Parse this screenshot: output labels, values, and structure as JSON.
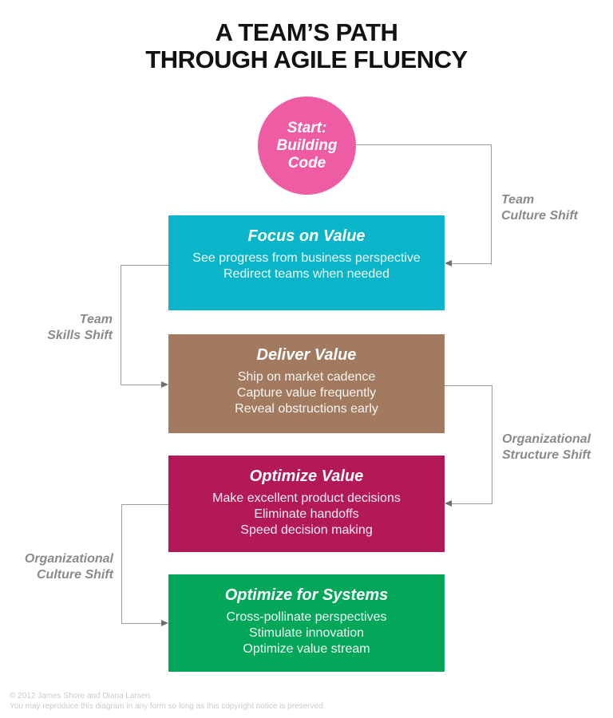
{
  "title": {
    "line1": "A TEAM’S PATH",
    "line2": "THROUGH AGILE FLUENCY"
  },
  "start_node": {
    "line1": "Start:",
    "line2": "Building",
    "line3": "Code",
    "color": "#EE5CA3"
  },
  "zones": [
    {
      "title": "Focus on Value",
      "color": "#0AB5C9",
      "points": [
        "See progress from business perspective",
        "Redirect teams when needed"
      ]
    },
    {
      "title": "Deliver Value",
      "color": "#A27A60",
      "points": [
        "Ship on market cadence",
        "Capture value frequently",
        "Reveal obstructions early"
      ]
    },
    {
      "title": "Optimize Value",
      "color": "#B21956",
      "points": [
        "Make excellent product decisions",
        "Eliminate handoffs",
        "Speed decision making"
      ]
    },
    {
      "title": "Optimize for Systems",
      "color": "#04A75A",
      "points": [
        "Cross-pollinate perspectives",
        "Stimulate innovation",
        "Optimize value stream"
      ]
    }
  ],
  "transitions": [
    {
      "line1": "Team",
      "line2": "Culture Shift"
    },
    {
      "line1": "Team",
      "line2": "Skills Shift"
    },
    {
      "line1": "Organizational",
      "line2": "Structure Shift"
    },
    {
      "line1": "Organizational",
      "line2": "Culture Shift"
    }
  ],
  "footer": {
    "line1": "© 2012 James Shore and Diana Larsen.",
    "line2": "You may reproduce this diagram in any form so long as this copyright notice is preserved."
  },
  "colors": {
    "background": "#FFFFFF",
    "title_text": "#121212",
    "connector_line": "#9C9C9C",
    "arrowhead": "#6F6F6F",
    "shift_label_text": "#8A8A8A",
    "footer_text": "#CBCBCB"
  }
}
